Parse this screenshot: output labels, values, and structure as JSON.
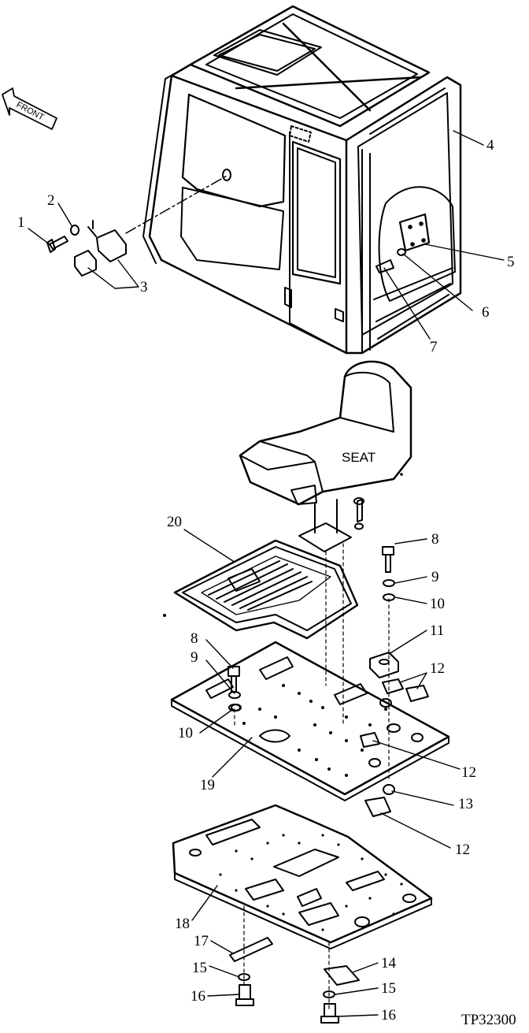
{
  "diagram": {
    "front_label": "FRONT",
    "seat_label": "SEAT",
    "figure_code": "TP32300",
    "callouts": [
      "1",
      "2",
      "3",
      "4",
      "5",
      "6",
      "7",
      "8",
      "9",
      "10",
      "8",
      "9",
      "10",
      "11",
      "12",
      "12",
      "12",
      "13",
      "19",
      "20",
      "18",
      "17",
      "14",
      "15",
      "15",
      "16",
      "16"
    ],
    "line_color": "#000000",
    "background": "#ffffff"
  }
}
